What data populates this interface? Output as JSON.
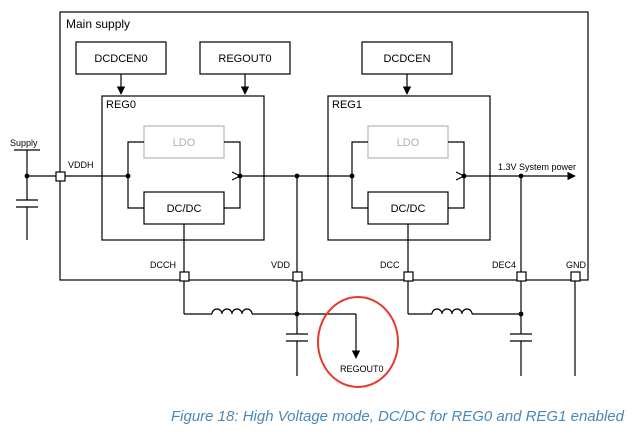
{
  "diagram": {
    "main_supply": "Main supply",
    "ctrl": {
      "dcdcen0": "DCDCEN0",
      "regout0_in": "REGOUT0",
      "dcdcen": "DCDCEN"
    },
    "reg0": {
      "title": "REG0",
      "ldo": "LDO",
      "dcdc": "DC/DC"
    },
    "reg1": {
      "title": "REG1",
      "ldo": "LDO",
      "dcdc": "DC/DC"
    },
    "pins": {
      "supply": "Supply",
      "vddh": "VDDH",
      "dcch": "DCCH",
      "vdd": "VDD",
      "dcc": "DCC",
      "dec4": "DEC4",
      "gnd": "GND"
    },
    "system_power": "1.3V System power",
    "regout0_out": "REGOUT0",
    "highlight_color": "#e53b2c",
    "caption": "Figure 18: High Voltage mode, DC/DC for REG0 and REG1 enabled"
  }
}
